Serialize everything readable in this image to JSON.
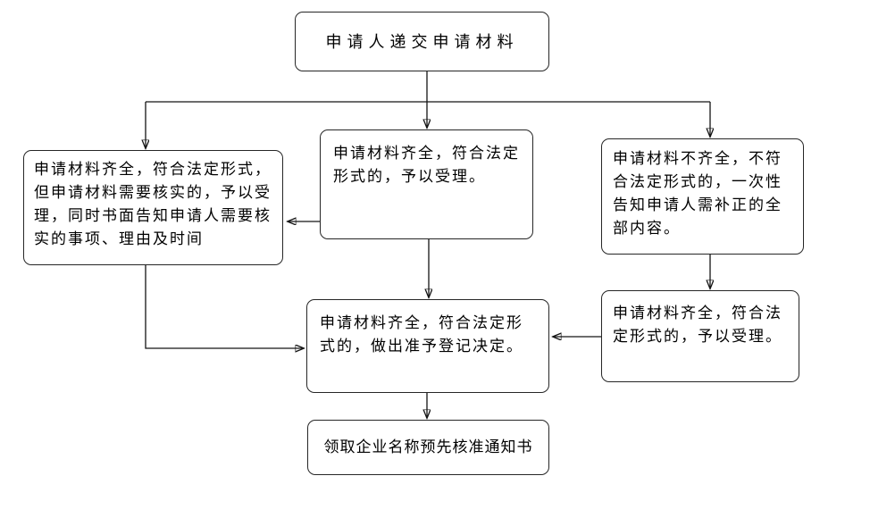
{
  "background": "#ffffff",
  "palette": {
    "line_color": "#141414",
    "node_border_color": "#262626",
    "node_fill_color": "#ffffff",
    "text_color": "#000000"
  },
  "flowchart": {
    "nodes": {
      "submit": {
        "label": "申请人递交申请材料"
      },
      "verify": {
        "label": "申请材料齐全，符合法定形式，但申请材料需要核实的，予以受理，同时书面告知申请人需要核实的事项、理由及时间"
      },
      "accept_center": {
        "label": "申请材料齐全，符合法定形式的，予以受理。"
      },
      "incomplete": {
        "label": "申请材料不齐全，不符合法定形式的，一次性告知申请人需补正的全部内容。"
      },
      "accept_right": {
        "label": "申请材料齐全，符合法定形式的，予以受理。"
      },
      "decision": {
        "label": "申请材料齐全，符合法定形式的，做出准予登记决定。"
      },
      "receive": {
        "label": "领取企业名称预先核准通知书"
      }
    },
    "edges": [
      {
        "from": "submit",
        "to": "verify"
      },
      {
        "from": "submit",
        "to": "accept_center"
      },
      {
        "from": "submit",
        "to": "incomplete"
      },
      {
        "from": "accept_center",
        "to": "verify"
      },
      {
        "from": "accept_center",
        "to": "decision"
      },
      {
        "from": "incomplete",
        "to": "accept_right"
      },
      {
        "from": "accept_right",
        "to": "decision"
      },
      {
        "from": "verify",
        "to": "decision"
      },
      {
        "from": "decision",
        "to": "receive"
      }
    ]
  }
}
